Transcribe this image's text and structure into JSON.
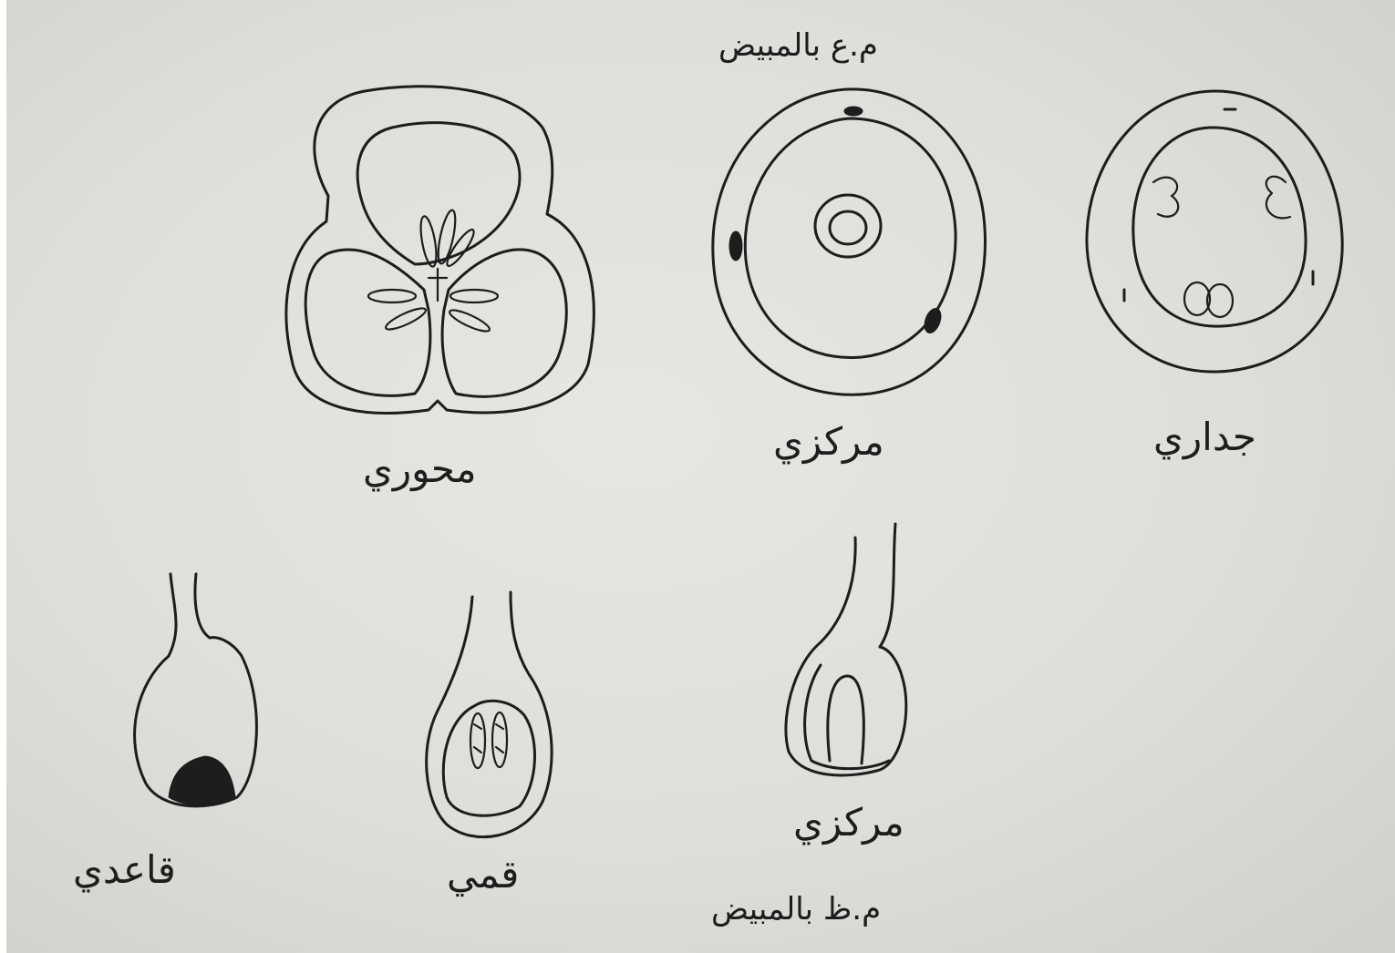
{
  "labels": {
    "placentation_top_note": "م.ع بالمبيض",
    "axile": "محوري",
    "free_central": "مركزي",
    "parietal": "جداري",
    "basal": "قاعدي",
    "apical": "قمي",
    "central_lower": "مركزي",
    "placentation_bottom_note": "م.ظ بالمبيض"
  },
  "colors": {
    "ink": "#1d1d1d",
    "paper": "#e2e2de"
  }
}
